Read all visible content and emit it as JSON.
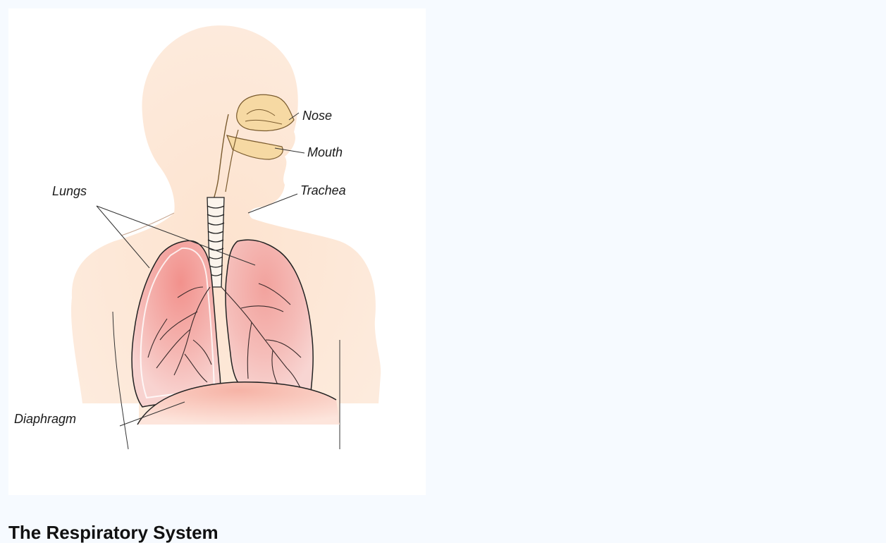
{
  "figure": {
    "labels": {
      "nose": "Nose",
      "mouth": "Mouth",
      "lungs": "Lungs",
      "trachea": "Trachea",
      "diaphragm": "Diaphragm"
    }
  },
  "caption": "The Respiratory System",
  "colors": {
    "skin": "#fde6d4",
    "lung": "#f7c6c3",
    "lung_core": "#f2918c",
    "nasal": "#f6d9a3",
    "outline": "#1a1a1a",
    "page_background": "#f6faff"
  }
}
